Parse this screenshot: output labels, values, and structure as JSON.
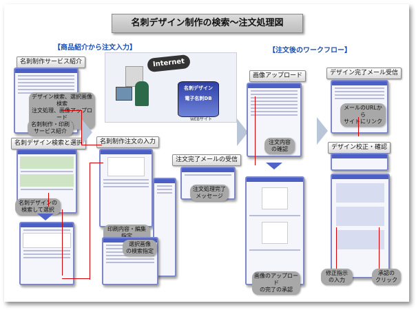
{
  "title": "名刺デザイン制作の検索〜注文処理図",
  "sections": {
    "left": "【商品紹介から注文入力】",
    "right": "【注文後のワークフロー】"
  },
  "labels": {
    "service_intro": "名刺制作サービス紹介",
    "search_select": "名刺デザイン検索と選択",
    "order_input": "名刺制作注文の入力",
    "order_done_mail": "注文完了メールの受信",
    "image_upload": "画像アップロード",
    "design_done_mail": "デザイン完了メール受信",
    "design_check": "デザイン校正・確認"
  },
  "callouts": {
    "search_desc": "デザイン検索、選択画像検索\n注文処理、画像アップロード\nのリンク",
    "service_intro_sub": "名刺制作・印刷\nサービス紹介",
    "search_sub": "名刺デザインの\n検索して選択",
    "print_edit": "印刷内容・編集指定\nの入力",
    "select_image": "選択画像\nの検索指定",
    "order_msg": "注文処理完了\nメッセージ",
    "order_confirm": "注文内容\nの確認",
    "url_link": "メールのURLから\nサイトにリンク",
    "upload_done": "画像のアップロード\nの完了の承認",
    "fix_input": "修正指示\nの入力",
    "approve": "承認の\nクリック"
  },
  "diagram": {
    "internet": "Internet",
    "db_lines": [
      "名刺デザイン",
      "電子名刺DB"
    ],
    "web_caption": "WEBサイト"
  }
}
